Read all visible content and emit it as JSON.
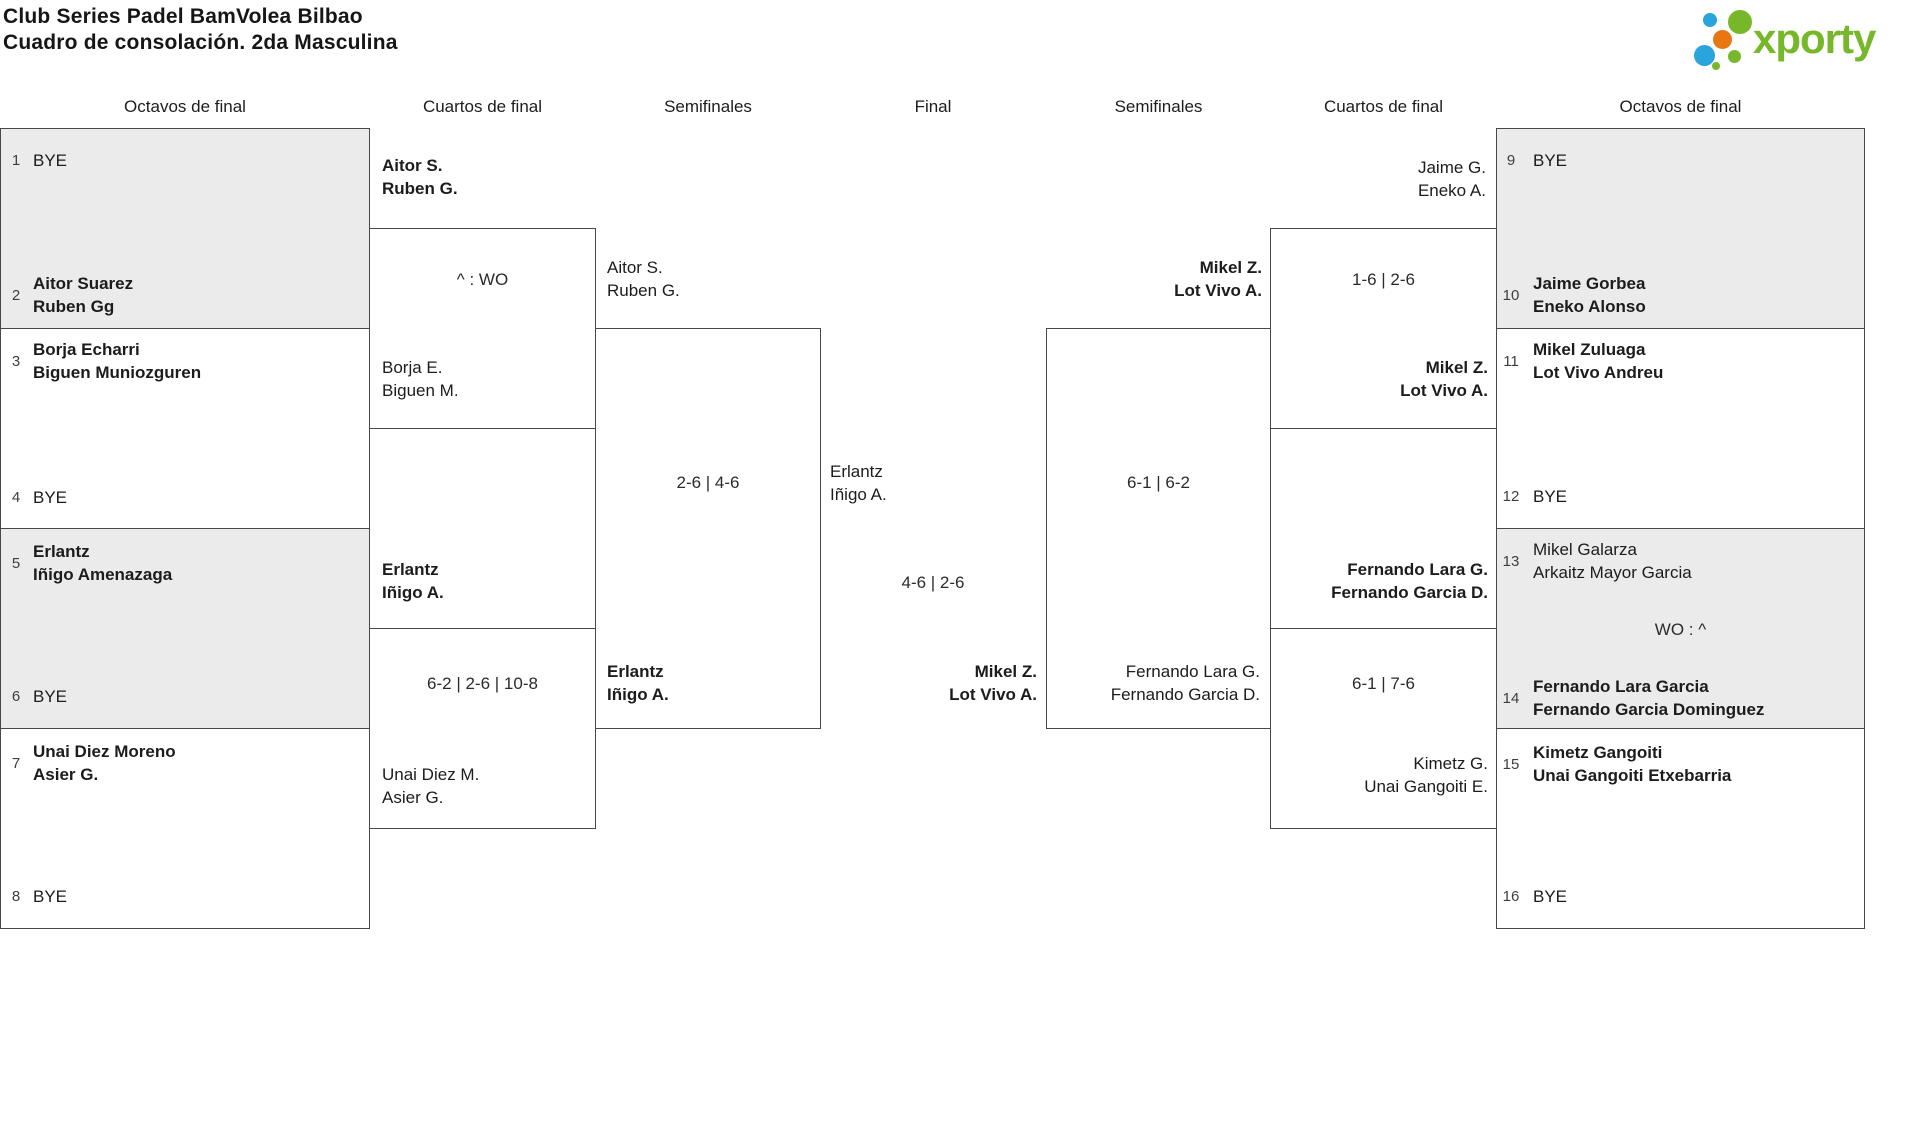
{
  "header": {
    "title_line1": "Club Series Padel BamVolea Bilbao",
    "title_line2": "Cuadro de consolación. 2da Masculina",
    "brand": "xporty"
  },
  "colors": {
    "logo_green": "#76b82a",
    "logo_blue": "#2aa4dc",
    "logo_orange": "#e87611",
    "box_gray": "#ebebeb",
    "line": "#484848"
  },
  "rounds": {
    "left_octavos": "Octavos de final",
    "left_cuartos": "Cuartos de final",
    "left_semifinales": "Semifinales",
    "final": "Final",
    "right_semifinales": "Semifinales",
    "right_cuartos": "Cuartos de final",
    "right_octavos": "Octavos de final"
  },
  "bracket": {
    "octavos_left": [
      {
        "seed": "1",
        "name1": "BYE",
        "name2": ""
      },
      {
        "seed": "2",
        "name1": "Aitor Suarez",
        "name2": "Ruben Gg"
      },
      {
        "seed": "3",
        "name1": "Borja Echarri",
        "name2": "Biguen Muniozguren"
      },
      {
        "seed": "4",
        "name1": "BYE",
        "name2": ""
      },
      {
        "seed": "5",
        "name1": "Erlantz",
        "name2": "Iñigo Amenazaga"
      },
      {
        "seed": "6",
        "name1": "BYE",
        "name2": ""
      },
      {
        "seed": "7",
        "name1": "Unai Diez Moreno",
        "name2": "Asier G."
      },
      {
        "seed": "8",
        "name1": "BYE",
        "name2": ""
      }
    ],
    "octavos_right": [
      {
        "seed": "9",
        "name1": "BYE",
        "name2": ""
      },
      {
        "seed": "10",
        "name1": "Jaime Gorbea",
        "name2": "Eneko Alonso"
      },
      {
        "seed": "11",
        "name1": "Mikel Zuluaga",
        "name2": "Lot Vivo Andreu"
      },
      {
        "seed": "12",
        "name1": "BYE",
        "name2": ""
      },
      {
        "seed": "13",
        "name1": "Mikel Galarza",
        "name2": "Arkaitz Mayor Garcia"
      },
      {
        "seed": "14",
        "name1": "Fernando Lara Garcia",
        "name2": "Fernando Garcia Dominguez"
      },
      {
        "seed": "15",
        "name1": "Kimetz Gangoiti",
        "name2": "Unai Gangoiti Etxebarria"
      },
      {
        "seed": "16",
        "name1": "BYE",
        "name2": ""
      }
    ],
    "octavos_right_wo_score": "WO : ^",
    "quarterfinals": {
      "left_top": {
        "top1": "Aitor S.",
        "top2": "Ruben G.",
        "score": "^ : WO",
        "bottom1": "Borja E.",
        "bottom2": "Biguen M."
      },
      "left_bottom": {
        "top1": "Erlantz",
        "top2": "Iñigo A.",
        "score": "6-2 | 2-6 | 10-8",
        "bottom1": "Unai Diez M.",
        "bottom2": "Asier G."
      },
      "right_top": {
        "top1": "Jaime G.",
        "top2": "Eneko A.",
        "score": "1-6 | 2-6",
        "bottom1": "Mikel Z.",
        "bottom2": "Lot Vivo A."
      },
      "right_bottom": {
        "top1": "Fernando Lara G.",
        "top2": "Fernando Garcia D.",
        "score": "6-1 | 7-6",
        "bottom1": "Kimetz G.",
        "bottom2": "Unai Gangoiti E."
      }
    },
    "semifinals": {
      "left": {
        "top1": "Aitor S.",
        "top2": "Ruben G.",
        "score": "2-6 | 4-6",
        "bottom1": "Erlantz",
        "bottom2": "Iñigo A."
      },
      "right": {
        "top1": "Mikel Z.",
        "top2": "Lot Vivo A.",
        "score": "6-1 | 6-2",
        "bottom1": "Fernando Lara G.",
        "bottom2": "Fernando Garcia D."
      }
    },
    "final": {
      "top1": "Erlantz",
      "top2": "Iñigo A.",
      "score": "4-6 | 2-6",
      "bottom1": "Mikel Z.",
      "bottom2": "Lot Vivo A."
    }
  }
}
